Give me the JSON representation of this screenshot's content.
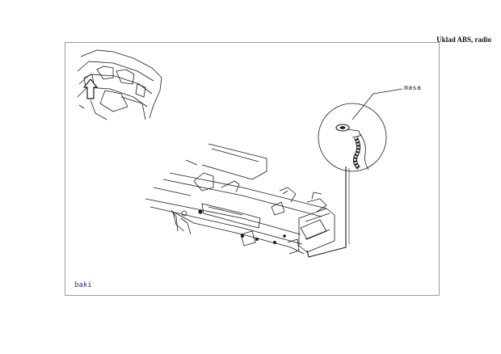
{
  "header": {
    "title": "Uklad ABS, radio"
  },
  "callout": {
    "label": "masa"
  },
  "location": {
    "label": "baki"
  }
}
